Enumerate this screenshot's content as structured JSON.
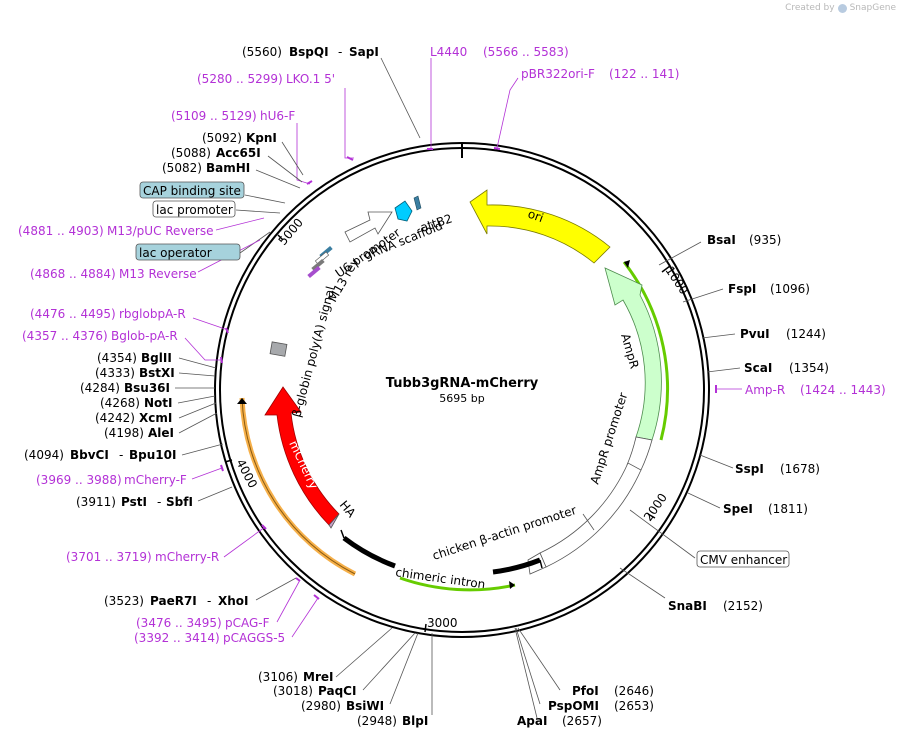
{
  "map": {
    "name": "Tubb3gRNA-mCherry",
    "length": "5695 bp",
    "ruler": [
      "1000",
      "2000",
      "3000",
      "4000",
      "5000"
    ]
  },
  "watermark": {
    "text": "Created by",
    "brand": "SnapGene"
  },
  "enzymes": [
    {
      "name": "BspQI",
      "name2": "SapI",
      "pos": "(5560)"
    },
    {
      "name": "KpnI",
      "pos": "(5092)"
    },
    {
      "name": "Acc65I",
      "pos": "(5088)"
    },
    {
      "name": "BamHI",
      "pos": "(5082)"
    },
    {
      "name": "BglII",
      "pos": "(4354)"
    },
    {
      "name": "BstXI",
      "pos": "(4333)"
    },
    {
      "name": "Bsu36I",
      "pos": "(4284)"
    },
    {
      "name": "NotI",
      "pos": "(4268)"
    },
    {
      "name": "XcmI",
      "pos": "(4242)"
    },
    {
      "name": "AleI",
      "pos": "(4198)"
    },
    {
      "name": "BbvCI",
      "name2": "Bpu10I",
      "pos": "(4094)"
    },
    {
      "name": "PstI",
      "name2": "SbfI",
      "pos": "(3911)"
    },
    {
      "name": "PaeR7I",
      "name2": "XhoI",
      "pos": "(3523)"
    },
    {
      "name": "MreI",
      "pos": "(3106)"
    },
    {
      "name": "PaqCI",
      "pos": "(3018)"
    },
    {
      "name": "BsiWI",
      "pos": "(2980)"
    },
    {
      "name": "BlpI",
      "pos": "(2948)"
    },
    {
      "name": "BsaI",
      "pos": "(935)"
    },
    {
      "name": "FspI",
      "pos": "(1096)"
    },
    {
      "name": "PvuI",
      "pos": "(1244)"
    },
    {
      "name": "ScaI",
      "pos": "(1354)"
    },
    {
      "name": "SspI",
      "pos": "(1678)"
    },
    {
      "name": "SpeI",
      "pos": "(1811)"
    },
    {
      "name": "SnaBI",
      "pos": "(2152)"
    },
    {
      "name": "PfoI",
      "pos": "(2646)"
    },
    {
      "name": "PspOMI",
      "pos": "(2653)"
    },
    {
      "name": "ApaI",
      "pos": "(2657)"
    }
  ],
  "primers": [
    {
      "name": "L4440",
      "range": "(5566 .. 5583)"
    },
    {
      "name": "pBR322ori-F",
      "range": "(122 .. 141)"
    },
    {
      "name": "LKO.1 5'",
      "range": "(5280 .. 5299)"
    },
    {
      "name": "hU6-F",
      "range": "(5109 .. 5129)"
    },
    {
      "name": "M13/pUC Reverse",
      "range": "(4881 .. 4903)"
    },
    {
      "name": "M13 Reverse",
      "range": "(4868 .. 4884)"
    },
    {
      "name": "rbglobpA-R",
      "range": "(4476 .. 4495)"
    },
    {
      "name": "Bglob-pA-R",
      "range": "(4357 .. 4376)"
    },
    {
      "name": "mCherry-F",
      "range": "(3969 .. 3988)"
    },
    {
      "name": "mCherry-R",
      "range": "(3701 .. 3719)"
    },
    {
      "name": "pCAG-F",
      "range": "(3476 .. 3495)"
    },
    {
      "name": "pCAGGS-5",
      "range": "(3392 .. 3414)"
    },
    {
      "name": "Amp-R",
      "range": "(1424 .. 1443)"
    }
  ],
  "boxed_features": [
    "CAP binding site",
    "lac promoter",
    "lac operator",
    "CMV enhancer"
  ],
  "features": {
    "ori": "ori",
    "ampr": "AmpR",
    "ampr_promoter": "AmpR promoter",
    "cba_promoter": "chicken β-actin promoter",
    "chimeric_intron": "chimeric intron",
    "ha": "HA",
    "mcherry": "mCherry",
    "bglobin": "β-globin poly(A) signal",
    "m13rev": "M13 rev",
    "u6": "U6 promoter",
    "grna": "gRNA scaffold",
    "attb2": "attB2"
  },
  "colors": {
    "ori": "#ffff00",
    "ampr": "#ccffcc",
    "mcherry": "#ff0000",
    "u6_promoter": "#ffffff",
    "grna_scaffold": "#00ccff",
    "attb2": "#3b7ea1",
    "primer": "#b331d6",
    "boxed_feature": "#a6d2dc",
    "intron_line": "#000000",
    "orf_highlight_green": "#66cc00",
    "orf_highlight_orange": "#f6b04a"
  }
}
